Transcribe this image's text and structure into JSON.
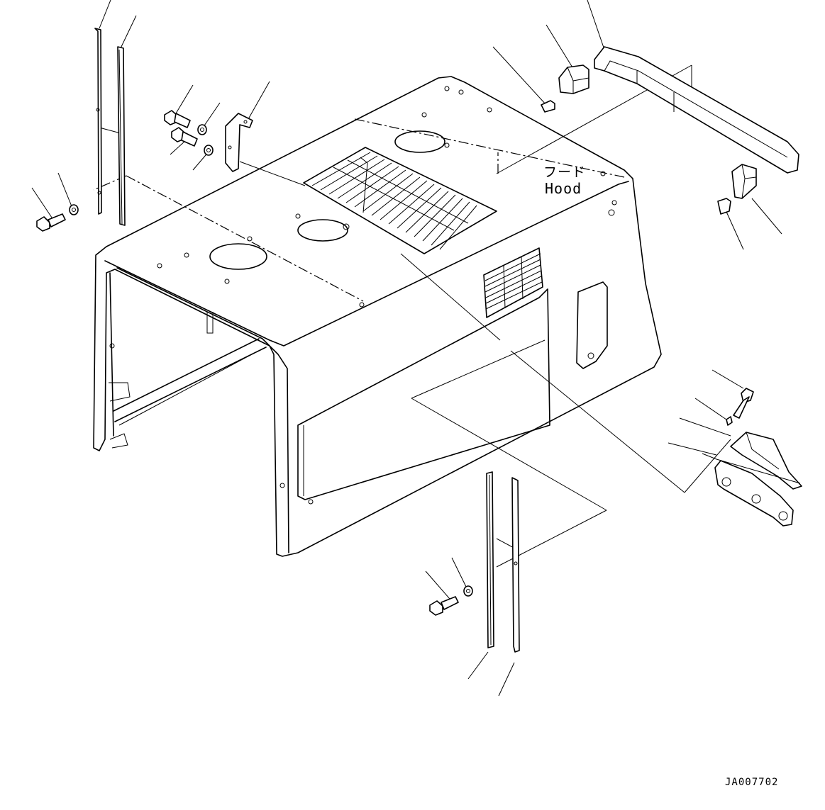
{
  "diagram": {
    "label_japanese": "フード",
    "label_english": "Hood",
    "drawing_code": "JA007702"
  }
}
